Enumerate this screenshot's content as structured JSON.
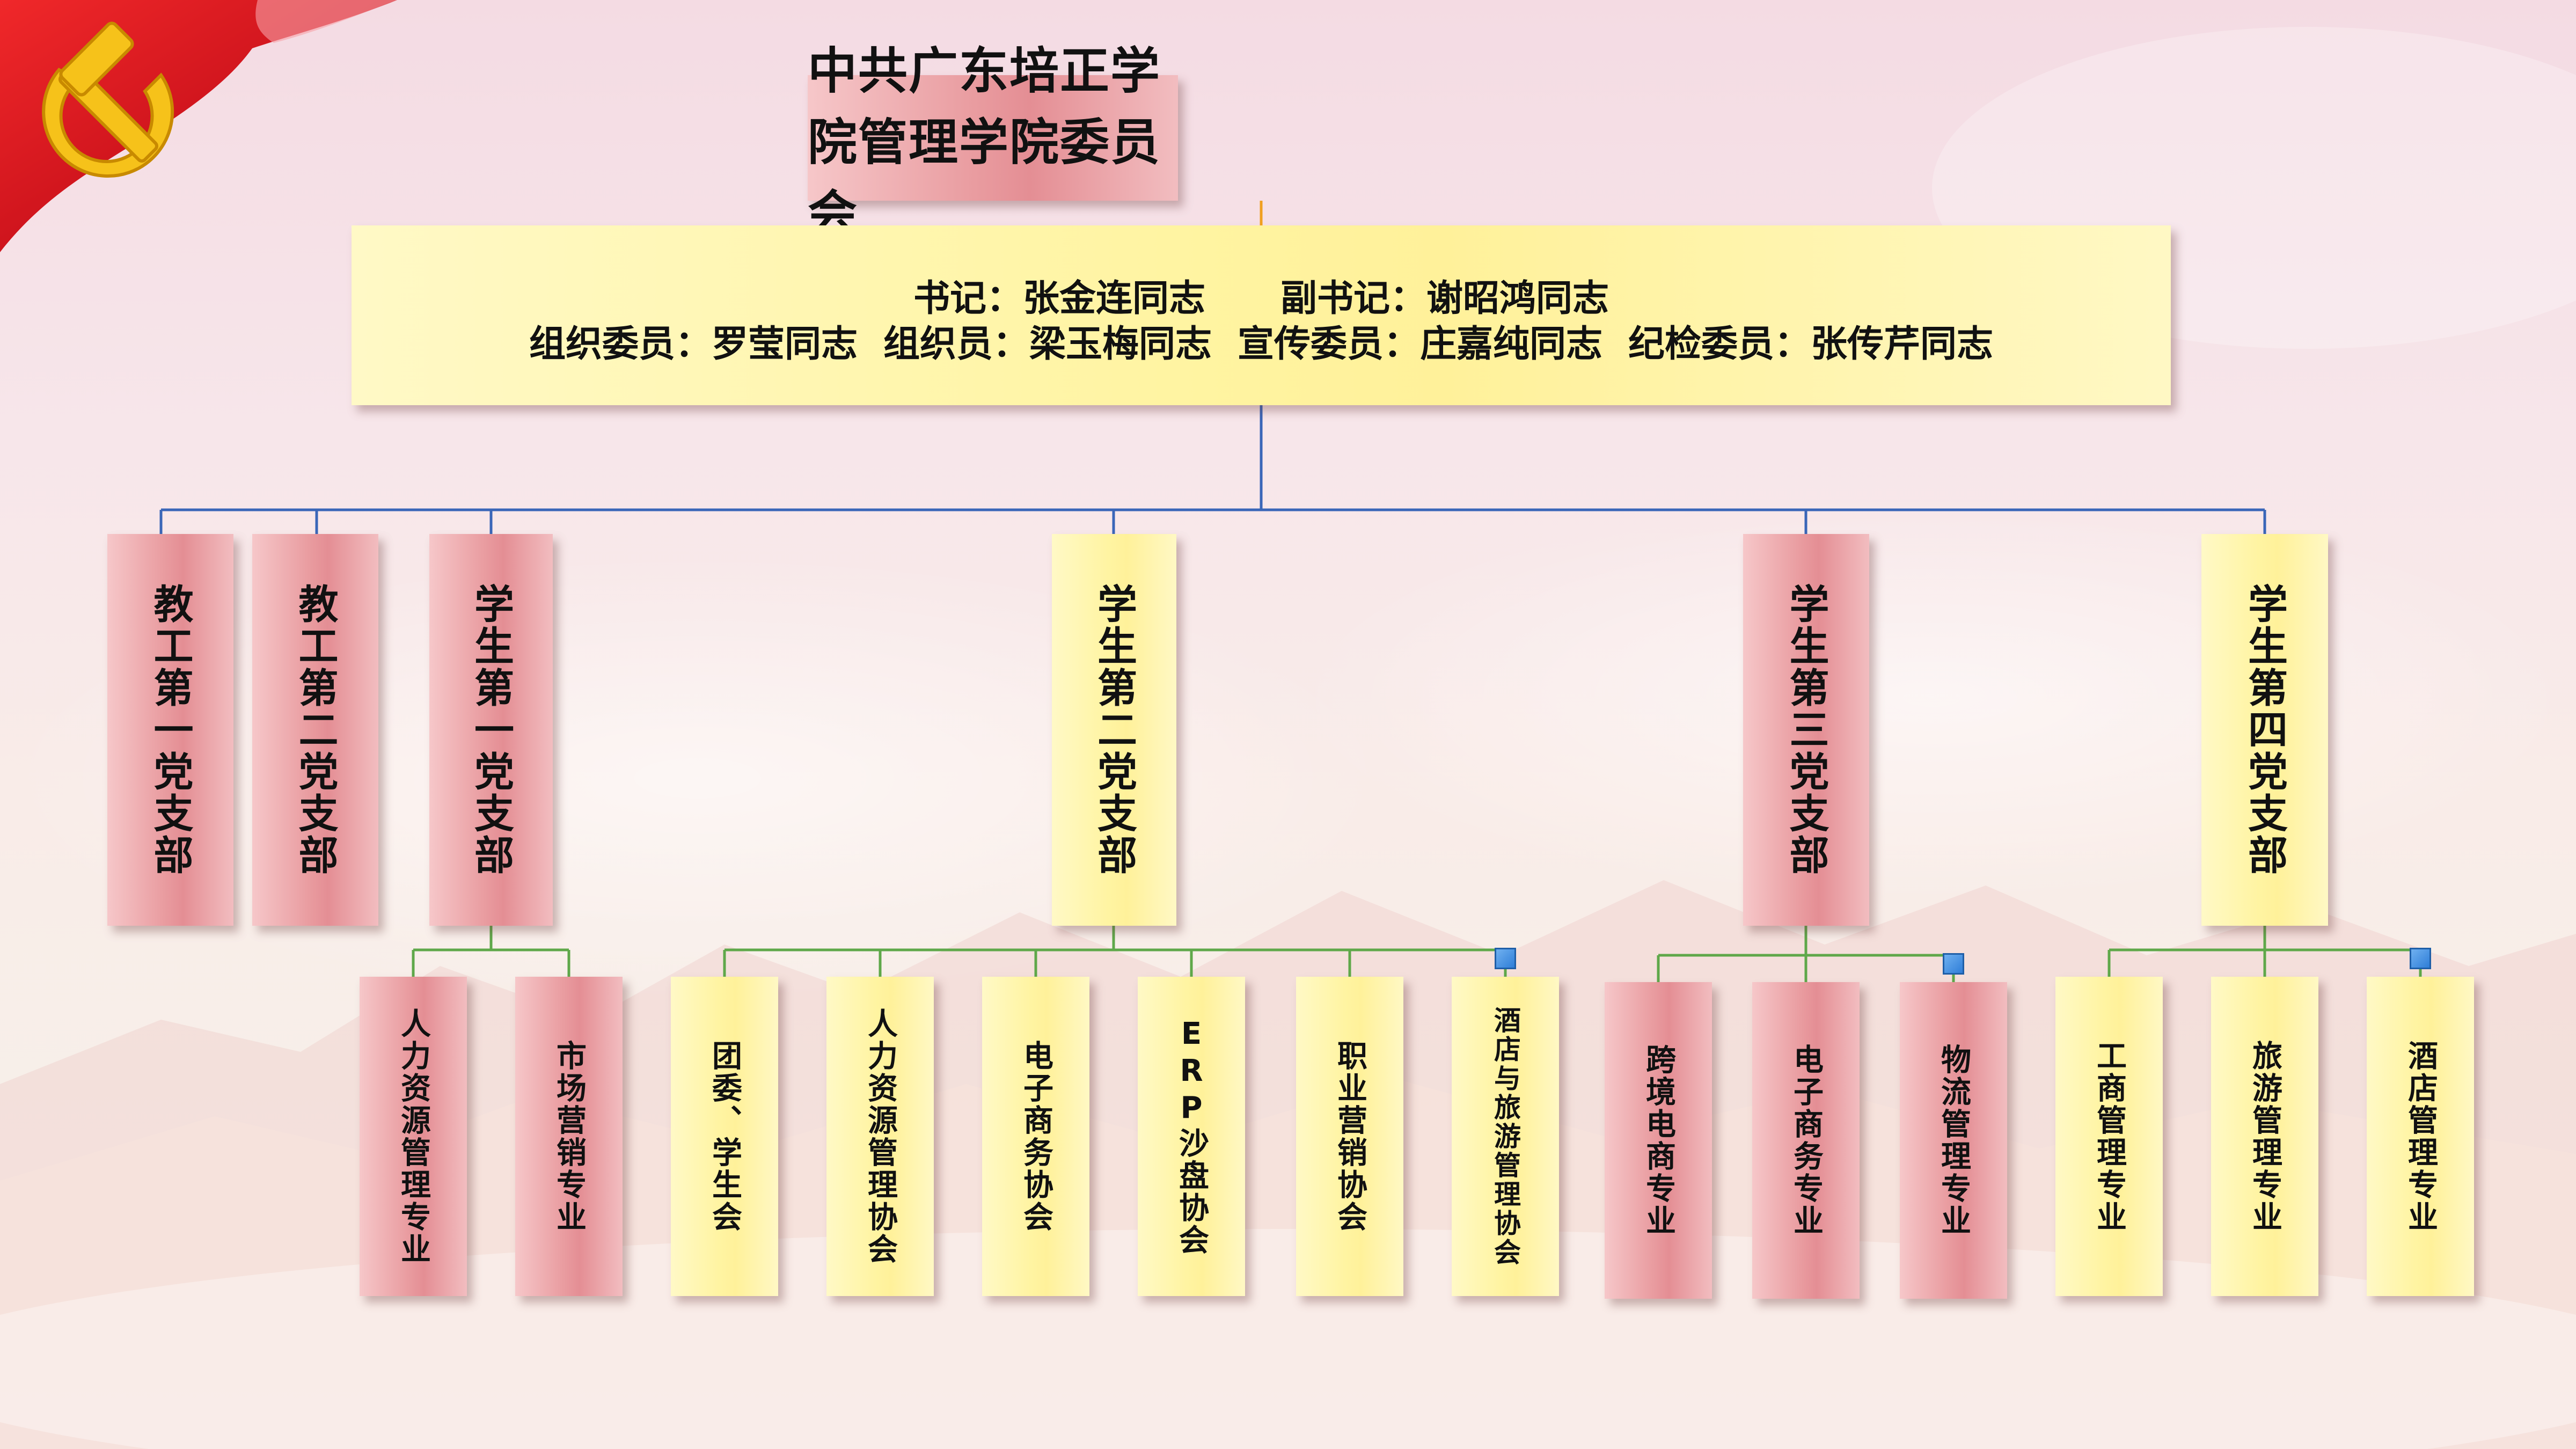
{
  "org": {
    "title": "中共广东培正学院管理学院委员会",
    "committee": {
      "row1": [
        "书记：张金连同志",
        "副书记：谢昭鸿同志"
      ],
      "row2": [
        "组织委员：罗莹同志",
        "组织员：梁玉梅同志",
        "宣传委员：庄嘉纯同志",
        "纪检委员：张传芹同志"
      ]
    },
    "branches": [
      {
        "name": "教工第一党支部",
        "children": []
      },
      {
        "name": "教工第二党支部",
        "children": []
      },
      {
        "name": "学生第一党支部",
        "children": [
          "人力资源管理专业",
          "市场营销专业"
        ]
      },
      {
        "name": "学生第二党支部",
        "children": [
          "团委、学生会",
          "人力资源管理协会",
          "电子商务协会",
          "ERP沙盘协会",
          "职业营销协会",
          "酒店与旅游管理协会"
        ]
      },
      {
        "name": "学生第三党支部",
        "children": [
          "跨境电商专业",
          "电子商务专业",
          "物流管理专业"
        ]
      },
      {
        "name": "学生第四党支部",
        "children": [
          "工商管理专业",
          "旅游管理专业",
          "酒店管理专业"
        ]
      }
    ]
  },
  "colors": {
    "pink_box": "#e99ca0",
    "yellow_box": "#fff4a2",
    "connector_blue": "#3a66b8",
    "connector_green": "#5fa84a",
    "connector_orange": "#f0a020",
    "party_red": "#d8141c",
    "emblem_gold": "#f6c21a"
  },
  "icons": [
    "party-flag-icon",
    "hammer-sickle-icon"
  ]
}
